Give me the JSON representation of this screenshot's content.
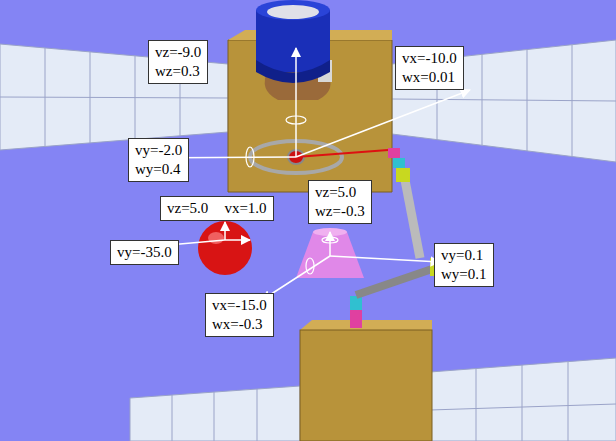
{
  "diagram": {
    "nodes": [
      {
        "text": [
          "vz=-9.0",
          "wz=0.3"
        ]
      },
      {
        "text": [
          "vx=-10.0",
          "wx=0.01"
        ]
      },
      {
        "text": [
          "vy=-2.0",
          "wy=0.4"
        ]
      },
      {
        "text": [
          "vz=5.0",
          "wz=-0.3"
        ]
      },
      {
        "text": [
          "vz=5.0",
          "vx=1.0"
        ]
      },
      {
        "text": [
          "vy=-35.0"
        ]
      },
      {
        "text": [
          "vy=0.1",
          "wy=0.1"
        ]
      },
      {
        "text": [
          "vx=-15.0",
          "wx=-0.3"
        ]
      }
    ]
  }
}
